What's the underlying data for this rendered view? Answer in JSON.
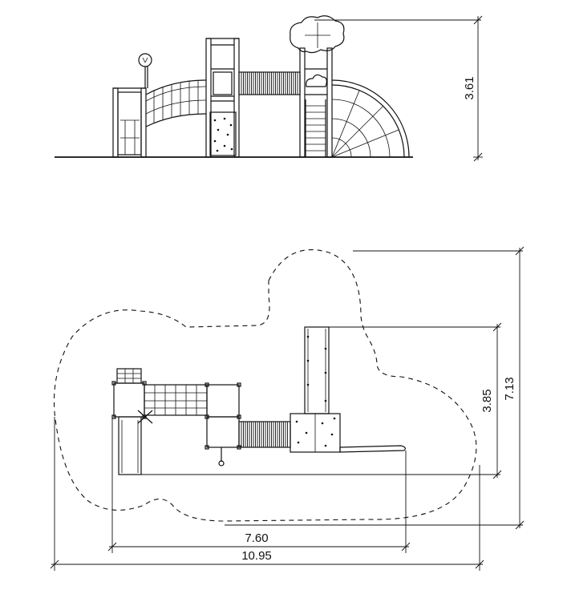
{
  "dimensions": {
    "elevation_height": "3.61",
    "plan_inner_height": "3.85",
    "plan_outer_height": "7.13",
    "plan_inner_width": "7.60",
    "plan_outer_width": "10.95"
  }
}
